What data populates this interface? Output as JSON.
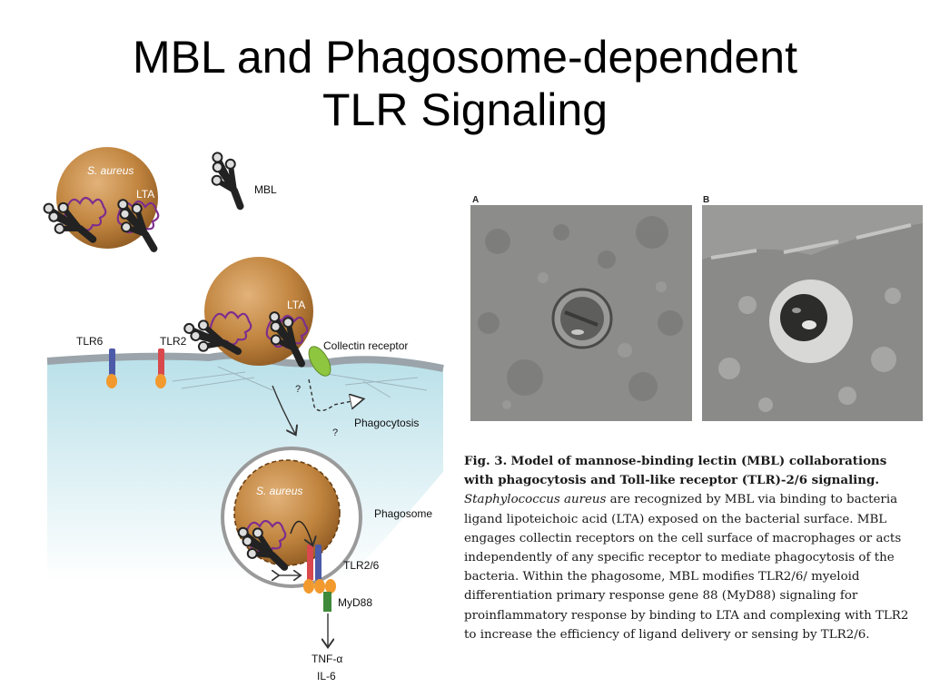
{
  "slide": {
    "title_line1": "MBL and Phagosome-dependent",
    "title_line2": "TLR Signaling"
  },
  "diagram": {
    "s_aureus_top": "S. aureus",
    "lta_top": "LTA",
    "mbl": "MBL",
    "lta_mid": "LTA",
    "tlr6": "TLR6",
    "tlr2": "TLR2",
    "collectin_receptor": "Collectin receptor",
    "q1": "?",
    "q2": "?",
    "phagocytosis": "Phagocytosis",
    "s_aureus_phago": "S. aureus",
    "phagosome": "Phagosome",
    "tlr26": "TLR2/6",
    "myd88": "MyD88",
    "tnf": "TNF-α",
    "il6": "IL-6"
  },
  "micrographs": {
    "panel_a": "A",
    "panel_b": "B"
  },
  "caption": {
    "fig_label": "Fig. 3.",
    "bold_text": "Model of mannose-binding lectin (MBL) collaborations with phagocytosis and Toll-like receptor (TLR)-2/6 signaling.",
    "italic_text": "Staphylococcus aureus",
    "body_text": "are recognized by MBL via binding to bacteria ligand lipoteichoic acid (LTA) exposed on the bacterial surface. MBL engages collectin receptors on the cell surface of macrophages or acts independently of any specific receptor to mediate phagocytosis of the bacteria. Within the phagosome, MBL modifies TLR2/6/ myeloid differentiation primary response gene 88 (MyD88) signaling for proinflammatory response by binding to LTA and complexing with TLR2 to increase the efficiency of ligand delivery or sensing by TLR2/6."
  },
  "colors": {
    "bacterium": "#c0843e",
    "cytoplasm": "#cbe7ee",
    "tlr6_receptor": "#4d5aa8",
    "tlr2_receptor": "#d8484c",
    "collectin": "#8ec63f",
    "myd88_box": "#3f8a3a",
    "adapter": "#f29a2e",
    "lta_purple": "#7d2e8e"
  }
}
